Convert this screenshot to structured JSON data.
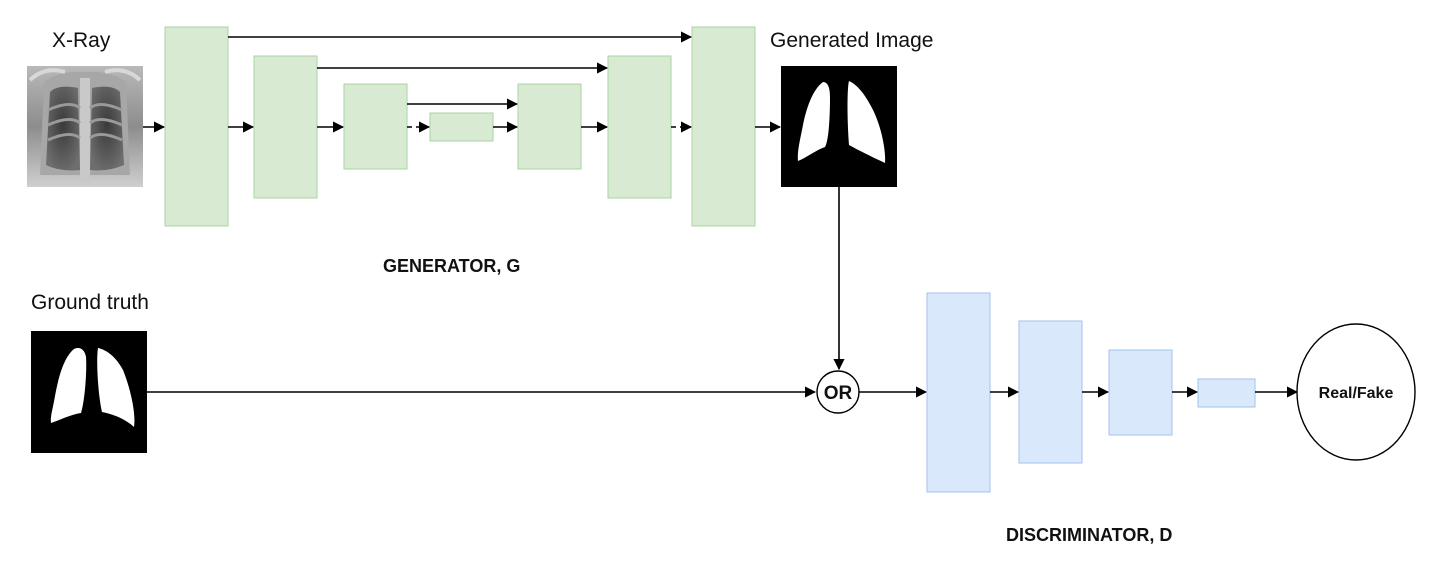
{
  "labels": {
    "xray": "X-Ray",
    "generated_image": "Generated Image",
    "ground_truth": "Ground truth",
    "generator": "GENERATOR, G",
    "discriminator": "DISCRIMINATOR, D",
    "or_node": "OR",
    "output": "Real/Fake"
  },
  "colors": {
    "generator_fill": "#d9ead3",
    "discriminator_fill": "#dae8fc",
    "edge": "#000000",
    "mask_background": "#000000",
    "mask_foreground": "#ffffff"
  },
  "icons": {
    "xray_image": "chest-xray-image",
    "generated_mask": "lung-mask-image",
    "ground_truth_mask": "lung-mask-image"
  }
}
